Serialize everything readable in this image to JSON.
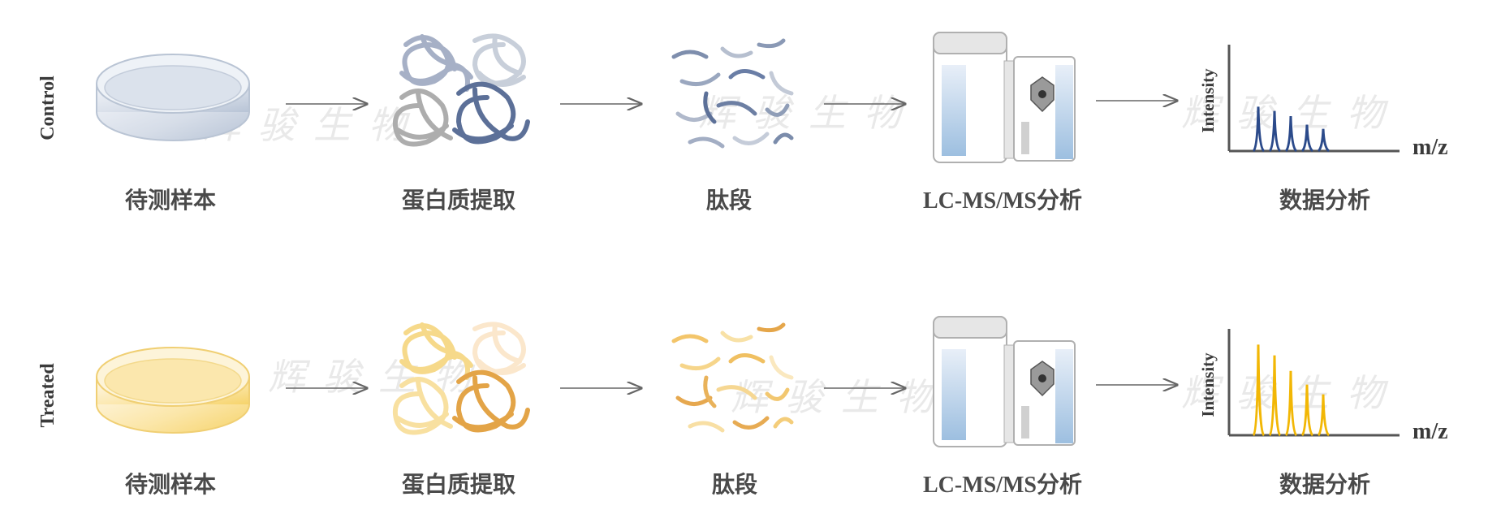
{
  "rows": [
    {
      "label": "Control",
      "theme": "control",
      "steps": [
        "待测样本",
        "蛋白质提取",
        "肽段",
        "LC-MS/MS分析",
        "数据分析"
      ],
      "axis": {
        "y": "Intensity",
        "x": "m/z"
      },
      "peak_color": "#2b4a8a",
      "peaks": [
        0.42,
        0.38,
        0.33,
        0.25,
        0.21
      ]
    },
    {
      "label": "Treated",
      "theme": "treated",
      "steps": [
        "待测样本",
        "蛋白质提取",
        "肽段",
        "LC-MS/MS分析",
        "数据分析"
      ],
      "axis": {
        "y": "Intensity",
        "x": "m/z"
      },
      "peak_color": "#f2b705",
      "peaks": [
        0.93,
        0.82,
        0.66,
        0.52,
        0.42
      ]
    }
  ],
  "watermark": "辉骏生物",
  "colors": {
    "control_dark": "#5a6f96",
    "control_mid": "#9aa8c0",
    "control_light": "#c9d1de",
    "treated_dark": "#e0a03a",
    "treated_mid": "#f3cf6a",
    "treated_light": "#f8e3b6",
    "arrow": "#666666"
  }
}
